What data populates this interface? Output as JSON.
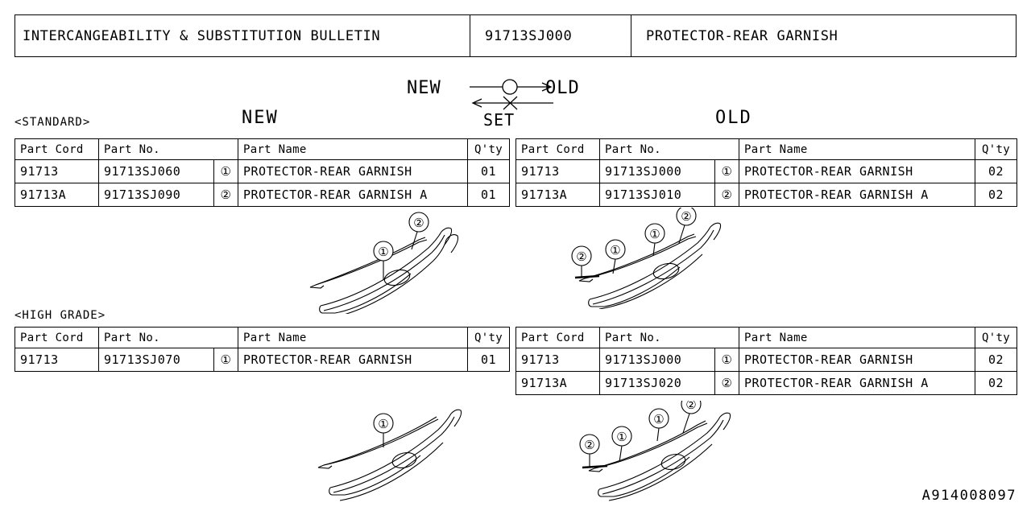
{
  "header": {
    "title": "INTERCANGEABILITY & SUBSTITUTION BULLETIN",
    "part_no": "91713SJ000",
    "part_name": "PROTECTOR-REAR GARNISH"
  },
  "legend": {
    "new_label": "NEW",
    "old_label": "OLD",
    "set_label": "SET",
    "forward_mark": "O",
    "reverse_mark": "X"
  },
  "columns": {
    "part_cord": "Part Cord",
    "part_no": "Part No.",
    "part_name": "Part Name",
    "qty": "Q'ty"
  },
  "sections": [
    {
      "grade_label": "<STANDARD>",
      "new_label": "NEW",
      "old_label": "OLD",
      "new_rows": [
        {
          "part_cord": "91713",
          "part_no": "91713SJ060",
          "mark": "①",
          "part_name": "PROTECTOR-REAR GARNISH",
          "qty": "01"
        },
        {
          "part_cord": "91713A",
          "part_no": "91713SJ090",
          "mark": "②",
          "part_name": "PROTECTOR-REAR GARNISH A",
          "qty": "01"
        }
      ],
      "old_rows": [
        {
          "part_cord": "91713",
          "part_no": "91713SJ000",
          "mark": "①",
          "part_name": "PROTECTOR-REAR GARNISH",
          "qty": "02"
        },
        {
          "part_cord": "91713A",
          "part_no": "91713SJ010",
          "mark": "②",
          "part_name": "PROTECTOR-REAR GARNISH A",
          "qty": "02"
        }
      ],
      "new_callouts": [
        "①",
        "②"
      ],
      "old_callouts": [
        "②",
        "①",
        "①",
        "②"
      ]
    },
    {
      "grade_label": "<HIGH GRADE>",
      "new_rows": [
        {
          "part_cord": "91713",
          "part_no": "91713SJ070",
          "mark": "①",
          "part_name": "PROTECTOR-REAR GARNISH",
          "qty": "01"
        }
      ],
      "old_rows": [
        {
          "part_cord": "91713",
          "part_no": "91713SJ000",
          "mark": "①",
          "part_name": "PROTECTOR-REAR GARNISH",
          "qty": "02"
        },
        {
          "part_cord": "91713A",
          "part_no": "91713SJ020",
          "mark": "②",
          "part_name": "PROTECTOR-REAR GARNISH A",
          "qty": "02"
        }
      ],
      "new_callouts": [
        "①"
      ],
      "old_callouts": [
        "②",
        "①",
        "①",
        "②"
      ]
    }
  ],
  "doc_number": "A914008097",
  "colors": {
    "line": "#000000",
    "background": "#ffffff"
  }
}
